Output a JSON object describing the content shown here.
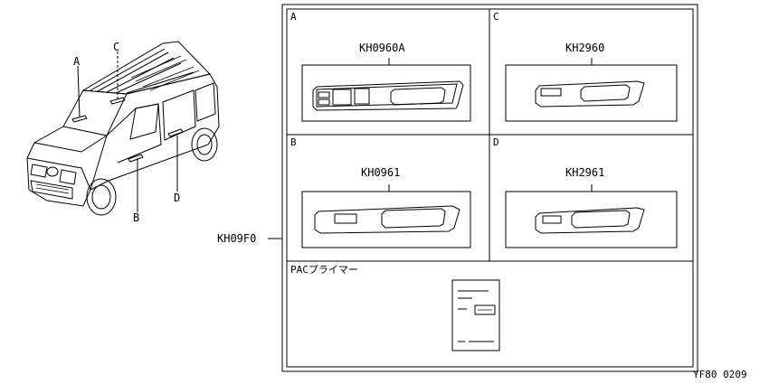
{
  "car": {
    "callouts": [
      "A",
      "B",
      "C",
      "D"
    ]
  },
  "main_part_code": "KH09F0",
  "panels": [
    {
      "letter": "A",
      "code": "KH0960A"
    },
    {
      "letter": "C",
      "code": "KH2960"
    },
    {
      "letter": "B",
      "code": "KH0961"
    },
    {
      "letter": "D",
      "code": "KH2961"
    }
  ],
  "primer": {
    "label": "PACプライマー"
  },
  "diagram_code": "YF80 0209"
}
